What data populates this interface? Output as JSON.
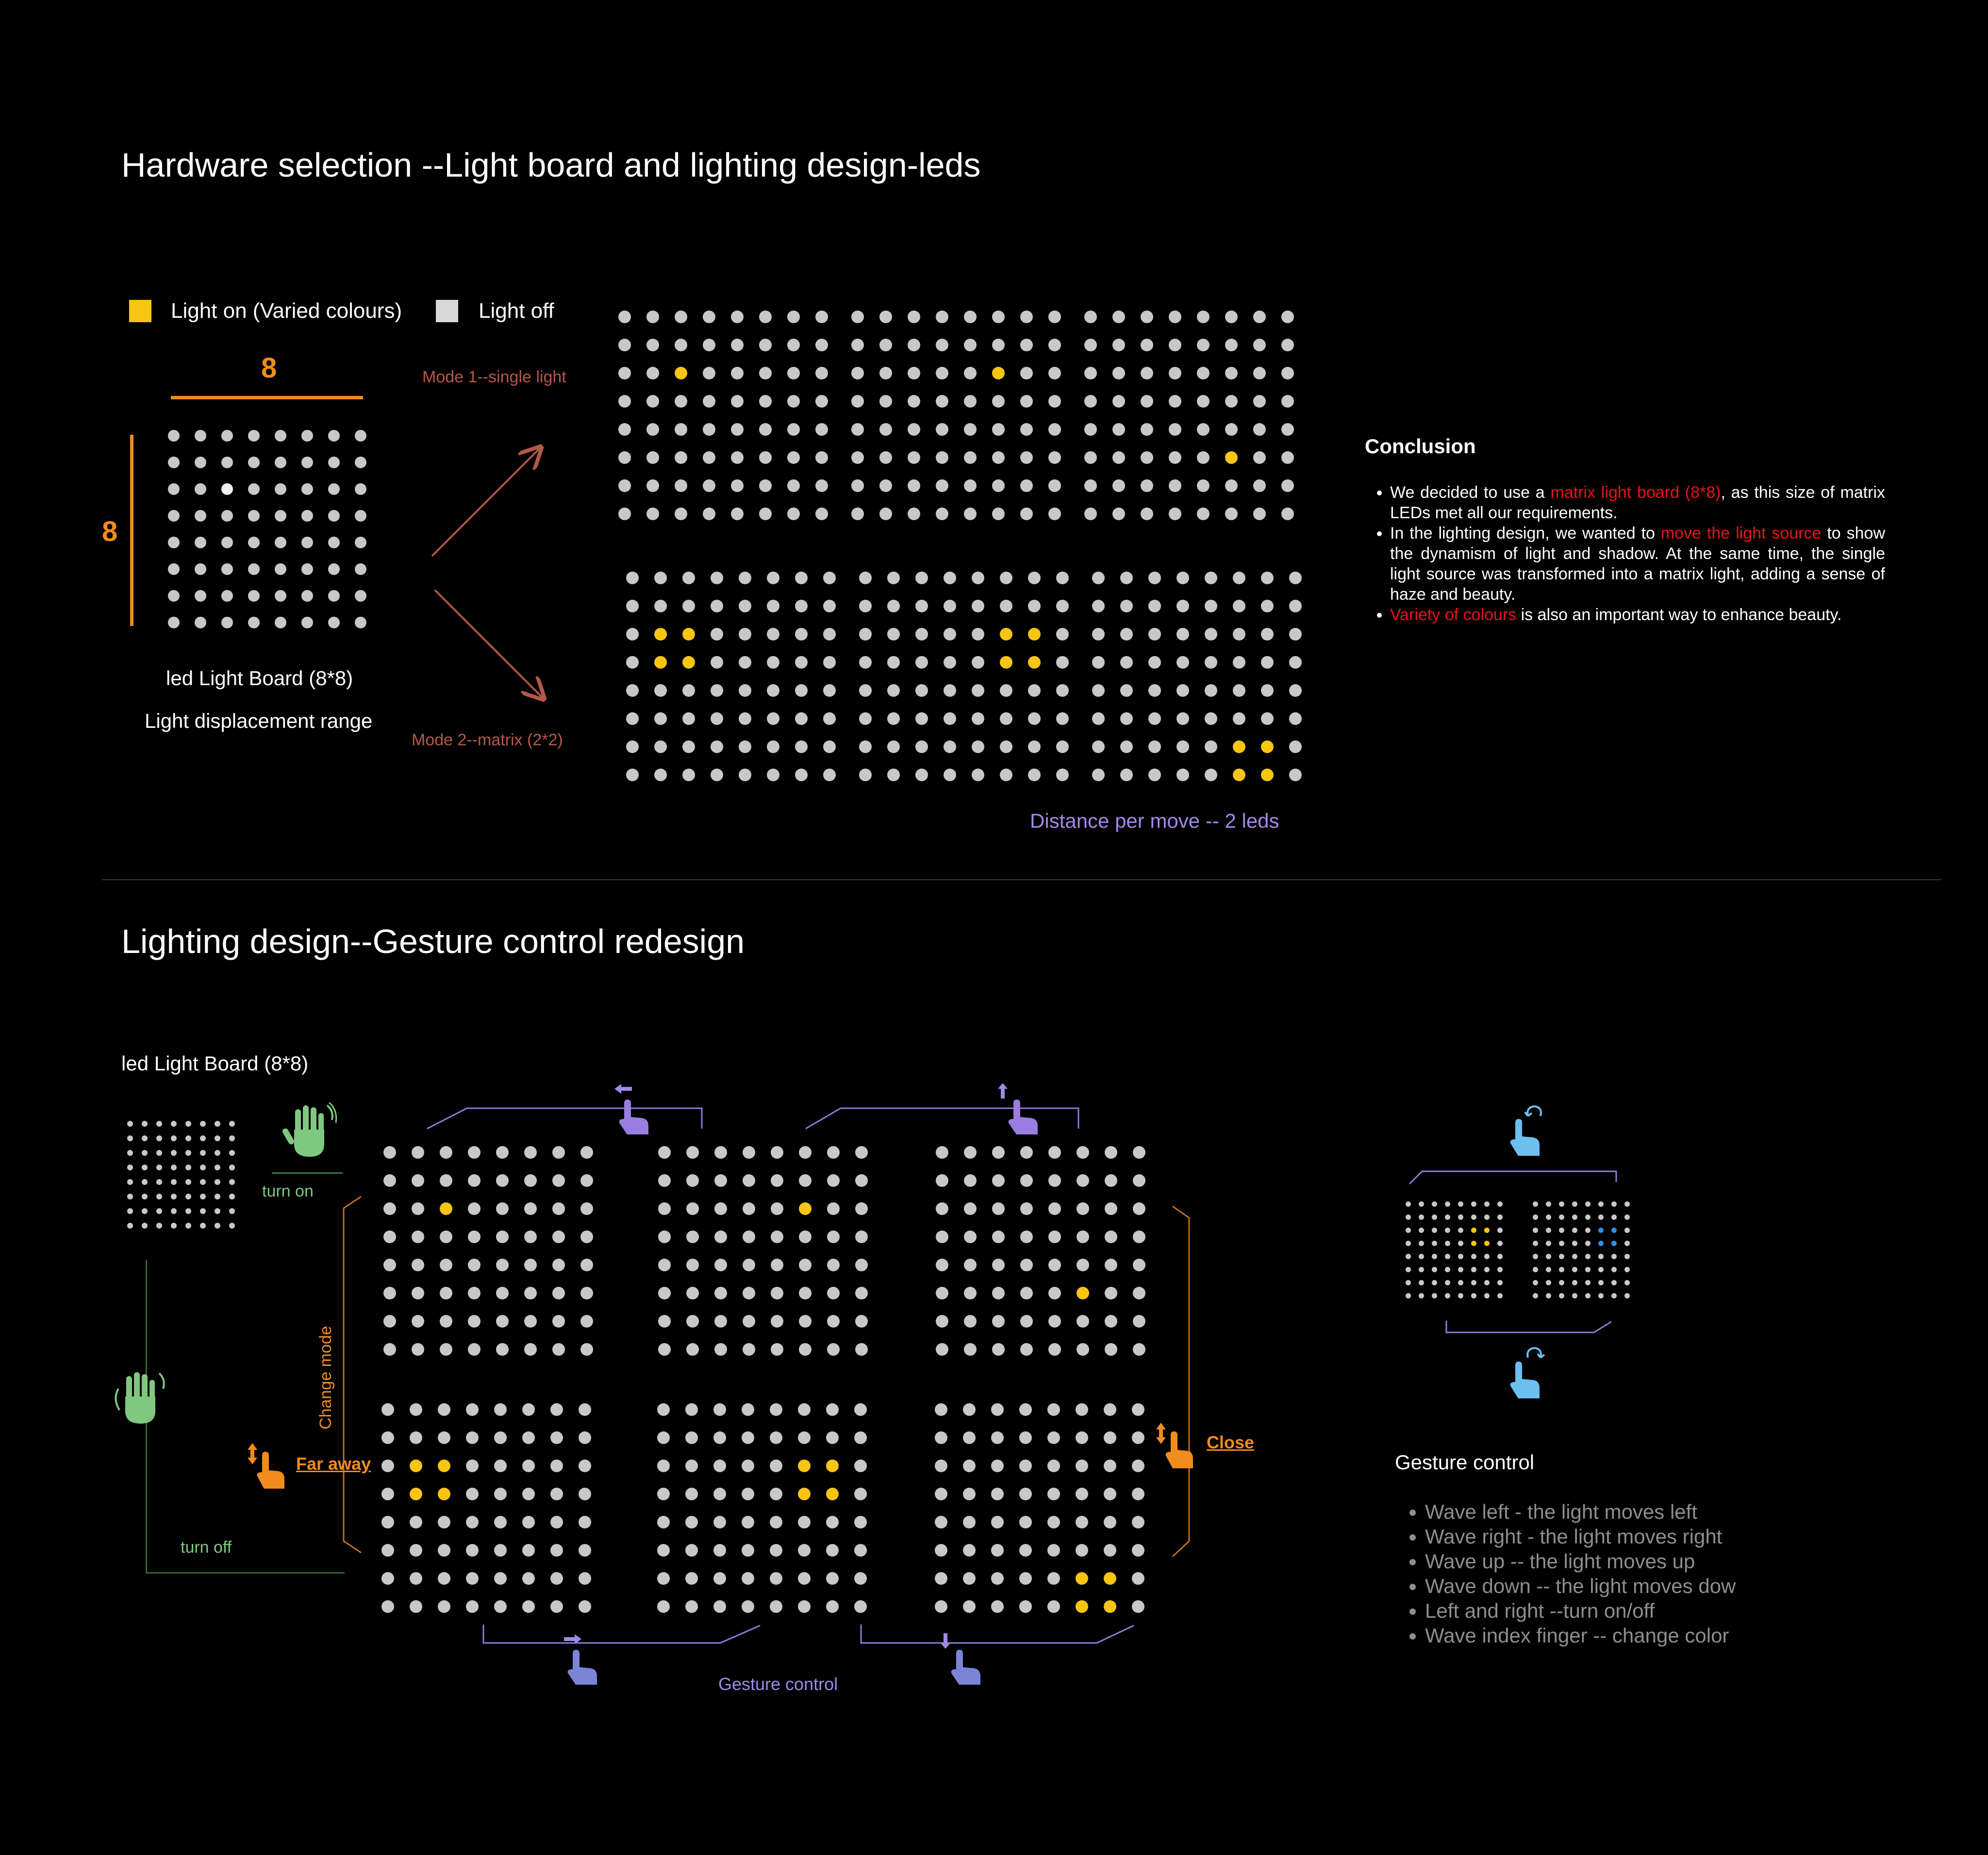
{
  "section1": {
    "title": "Hardware selection --Light board and lighting design-leds",
    "legend": {
      "on_label": "Light on (Varied colours)",
      "off_label": "Light off"
    },
    "board": {
      "width_label": "8",
      "height_label": "8",
      "name": "led Light Board (8*8)",
      "caption": "Light displacement range"
    },
    "mode1_label": "Mode 1--single light",
    "mode2_label": "Mode 2--matrix (2*2)",
    "distance_label": "Distance per move -- 2 leds",
    "conclusion": {
      "title": "Conclusion",
      "items": [
        {
          "before": "We decided to use a ",
          "highlight": "matrix light board (8*8)",
          "after": ", as this size of matrix LEDs met all our requirements."
        },
        {
          "before": "In the lighting design, we wanted to ",
          "highlight": "move the light source",
          "after": " to show the dynamism of light and shadow. At the same time, the single light source was transformed into a matrix light, adding a sense of haze and beauty."
        },
        {
          "before": "",
          "highlight": "Variety of colours",
          "after": " is also an important way to enhance beauty."
        }
      ]
    }
  },
  "section2": {
    "title": "Lighting design--Gesture control redesign",
    "board_name": "led Light Board (8*8)",
    "turn_on": "turn on",
    "turn_off": "turn off",
    "change_mode": "Change mode",
    "far_away": "Far away",
    "close": "Close",
    "gesture_caption": "Gesture control",
    "gesture_heading": "Gesture control",
    "gesture_items": [
      "Wave left - the light moves left",
      "Wave right - the light moves right",
      "Wave up -- the light moves up",
      "Wave down -- the light moves dow",
      "Left and right --turn on/off",
      "Wave index finger -- change color"
    ]
  },
  "colors": {
    "background": "#000000",
    "accent_orange": "#f28c1c",
    "led_on": "#f7c512",
    "led_off": "#c8c8c8",
    "highlight_red": "#e8121a",
    "purple": "#a189e8",
    "green": "#7fc87f",
    "blue": "#2e8fe0"
  },
  "icons": [
    "open-hand-icon",
    "wave-hand-icon",
    "swipe-left-icon",
    "swipe-up-icon",
    "swipe-right-icon",
    "swipe-down-icon",
    "pinch-vertical-icon",
    "finger-rotate-icon"
  ],
  "grids": {
    "board_main": {
      "lit": [
        [
          2,
          2
        ]
      ],
      "lit_color": "#f0f0f0"
    },
    "m1a": {
      "lit": [
        [
          2,
          2
        ]
      ]
    },
    "m1b": {
      "lit": [
        [
          2,
          5
        ]
      ]
    },
    "m1c": {
      "lit": [
        [
          5,
          5
        ]
      ]
    },
    "m2a": {
      "lit": [
        [
          2,
          1
        ],
        [
          2,
          2
        ],
        [
          3,
          1
        ],
        [
          3,
          2
        ]
      ]
    },
    "m2b": {
      "lit": [
        [
          2,
          5
        ],
        [
          2,
          6
        ],
        [
          3,
          5
        ],
        [
          3,
          6
        ]
      ]
    },
    "m2c": {
      "lit": [
        [
          6,
          5
        ],
        [
          6,
          6
        ],
        [
          7,
          5
        ],
        [
          7,
          6
        ]
      ]
    },
    "small": {
      "lit": []
    },
    "g1": {
      "lit": [
        [
          2,
          2
        ]
      ]
    },
    "g2": {
      "lit": [
        [
          2,
          5
        ]
      ]
    },
    "g3": {
      "lit": [
        [
          5,
          5
        ]
      ]
    },
    "g4": {
      "lit": [
        [
          2,
          1
        ],
        [
          2,
          2
        ],
        [
          3,
          1
        ],
        [
          3,
          2
        ]
      ]
    },
    "g5": {
      "lit": [
        [
          2,
          5
        ],
        [
          2,
          6
        ],
        [
          3,
          5
        ],
        [
          3,
          6
        ]
      ]
    },
    "g6": {
      "lit": [
        [
          6,
          5
        ],
        [
          6,
          6
        ],
        [
          7,
          5
        ],
        [
          7,
          6
        ]
      ]
    },
    "c1": {
      "lit": [
        [
          2,
          5
        ],
        [
          2,
          6
        ],
        [
          3,
          5
        ],
        [
          3,
          6
        ]
      ]
    },
    "c2": {
      "lit": [
        [
          2,
          5
        ],
        [
          2,
          6
        ],
        [
          3,
          5
        ],
        [
          3,
          6
        ]
      ],
      "lit_color": "#2e8fe0"
    }
  }
}
